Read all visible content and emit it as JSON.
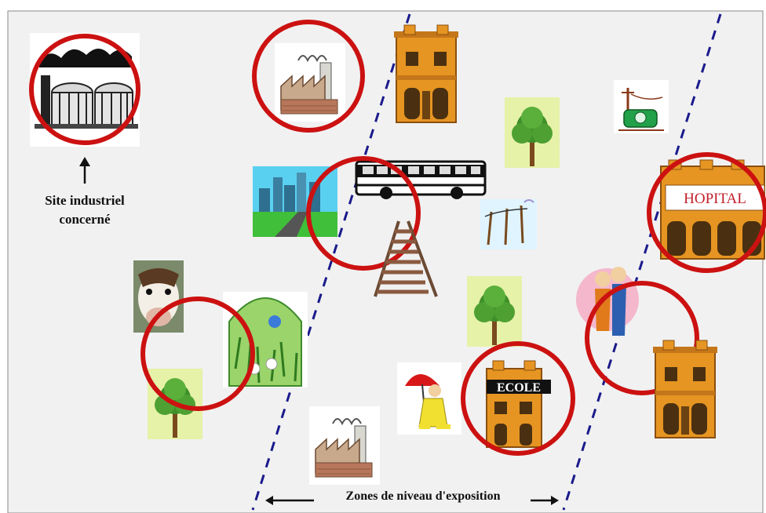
{
  "labels": {
    "site_line1": "Site industriel",
    "site_line2": "concerné",
    "zones": "Zones de niveau d'exposition",
    "hospital": "HOPITAL",
    "school": "ECOLE"
  },
  "colors": {
    "background": "#f1f1f1",
    "circle": "#cc1111",
    "zone_line": "#1a1a8c",
    "building": "#e69522"
  }
}
